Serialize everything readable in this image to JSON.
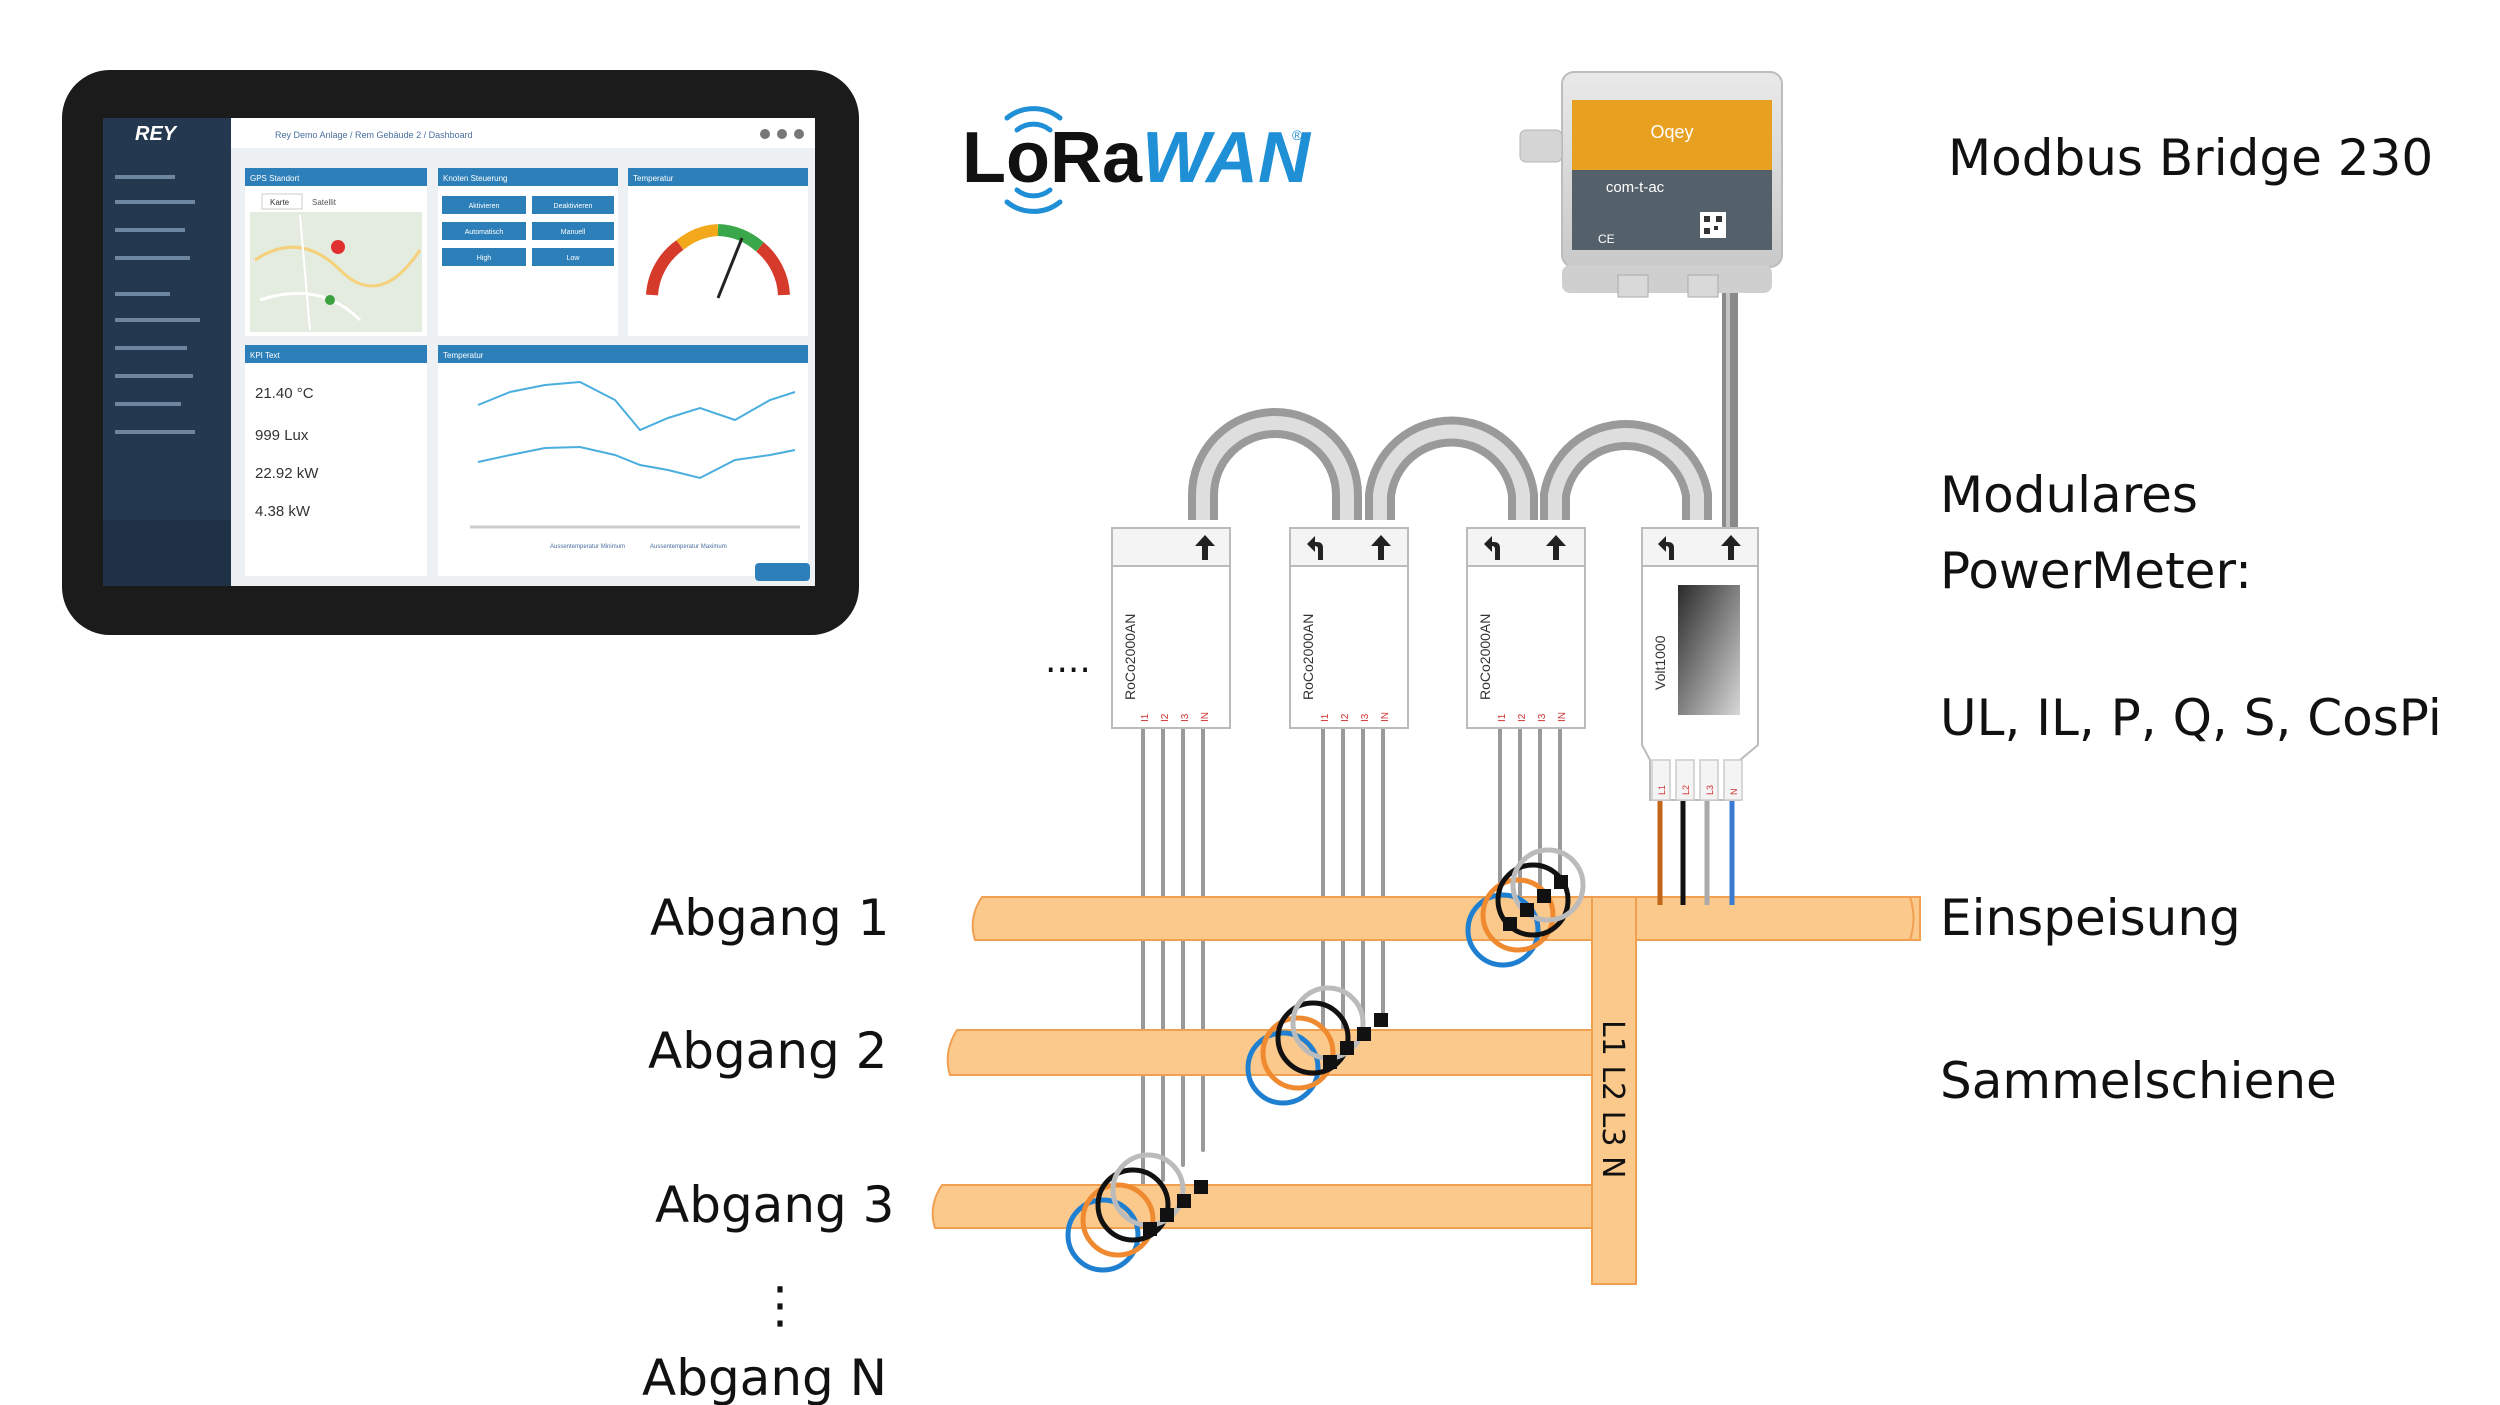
{
  "logo": {
    "text_lo": "Lo",
    "text_ra": "Ra",
    "text_wan": "WAN",
    "trademark": "®",
    "icon": "lorawan-antenna-icon"
  },
  "bridge": {
    "label": "Modbus Bridge 230",
    "device_name": "Oqey",
    "device_brand": "com-t-ac",
    "device_mark": "CE",
    "icon": "qr-code-icon"
  },
  "powermeter": {
    "label_line1": "Modulares",
    "label_line2": "PowerMeter:",
    "measurements": "UL, IL, P, Q, S, CosPi"
  },
  "modules": [
    {
      "name": "RoCo2000AN",
      "terminals": [
        "I1",
        "I2",
        "I3",
        "IN"
      ]
    },
    {
      "name": "RoCo2000AN",
      "terminals": [
        "I1",
        "I2",
        "I3",
        "IN"
      ]
    },
    {
      "name": "RoCo2000AN",
      "terminals": [
        "I1",
        "I2",
        "I3",
        "IN"
      ]
    }
  ],
  "volt_module": {
    "name": "Volt1000",
    "terminals": [
      "L1",
      "L2",
      "L3",
      "N"
    ]
  },
  "more_modules": "....",
  "busbars": {
    "abgang": [
      "Abgang 1",
      "Abgang 2",
      "Abgang 3"
    ],
    "more": "⋮",
    "last": "Abgang N",
    "einspeisung": "Einspeisung",
    "sammelschiene": "Sammelschiene",
    "phases": "L1 L2 L3 N"
  },
  "colors": {
    "busbar": "#fcc98c",
    "busbar_stroke": "#f0a050",
    "lorawan_blue": "#1f8fd6",
    "device_orange": "#e8a020",
    "tablet_sidebar": "#24384f",
    "coil_blue": "#1f7fd0",
    "coil_orange": "#f08a30",
    "coil_black": "#111111"
  },
  "tablet": {
    "brand": "REY",
    "breadcrumb": "Rey Demo Anlage / Rem Gebäude 2 / Dashboard",
    "panels": [
      "GPS Standort",
      "Knoten Steuerung",
      "Temperatur",
      "KPI Text",
      "Temperatur"
    ],
    "map_tabs": [
      "Karte",
      "Satellit"
    ],
    "buttons": [
      "Aktivieren",
      "Deaktivieren",
      "Automatisch",
      "Manuell",
      "High",
      "Low"
    ],
    "kpis": [
      {
        "value": "21.40 °C"
      },
      {
        "value": "999 Lux"
      },
      {
        "value": "22.92 kW"
      },
      {
        "value": "4.38 kW"
      }
    ],
    "legend": [
      "Aussentemperatur Minimum",
      "Aussentemperatur Maximum"
    ]
  }
}
